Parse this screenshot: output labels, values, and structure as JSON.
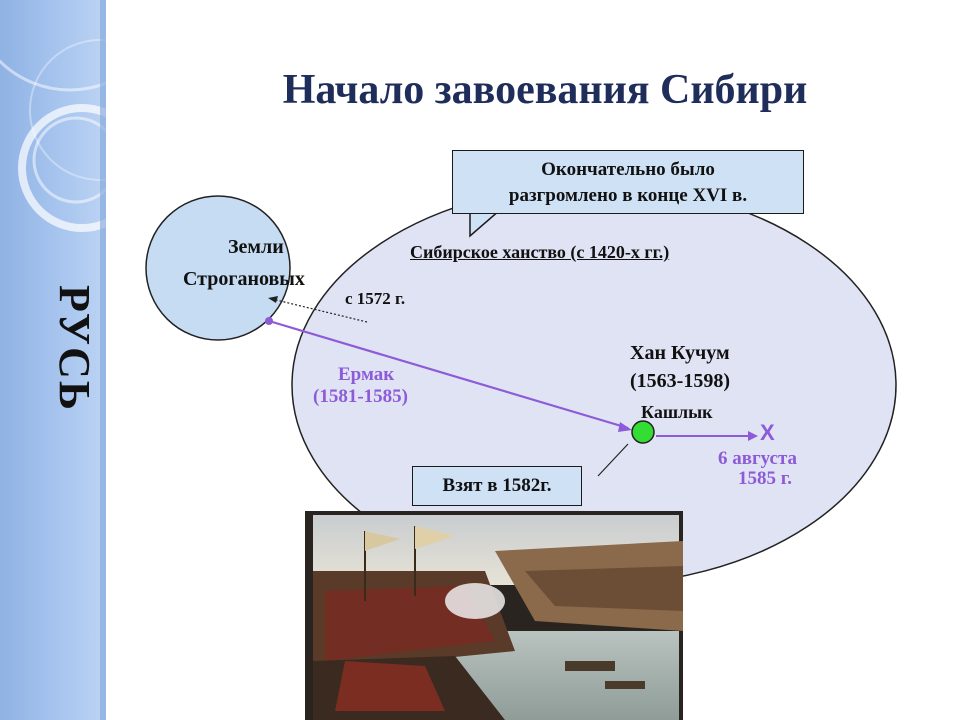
{
  "slide": {
    "title": "Начало завоевания Сибири",
    "rus_label": "РУСЬ",
    "stroganov_lands_line1": "Земли",
    "stroganov_lands_line2": "Строгановых",
    "since_1572": "с 1572 г.",
    "khanate_label": "Сибирское ханство (с 1420-х гг.)",
    "callout_top_line1": "Окончательно было",
    "callout_top_line2": "разгромлено в конце XVI в.",
    "khan_line1": "Хан Кучум",
    "khan_line2": "(1563-1598)",
    "kashlyk": "Кашлык",
    "ermak_line1": "Ермак",
    "ermak_line2": "(1581-1585)",
    "death_mark": "X",
    "death_date_line1": "6 августа",
    "death_date_line2": "1585 г.",
    "taken_callout": "Взят в 1582г."
  },
  "colors": {
    "title": "#1f2d5a",
    "ermak_route": "#8e5bd8",
    "ellipse_fill": "#dfe3f3",
    "circle_fill": "#c6dcf3",
    "kashlyk_dot": "#33dd33",
    "callout_fill": "#cfe1f5"
  },
  "painting": {
    "description_icon": "battle-painting"
  }
}
